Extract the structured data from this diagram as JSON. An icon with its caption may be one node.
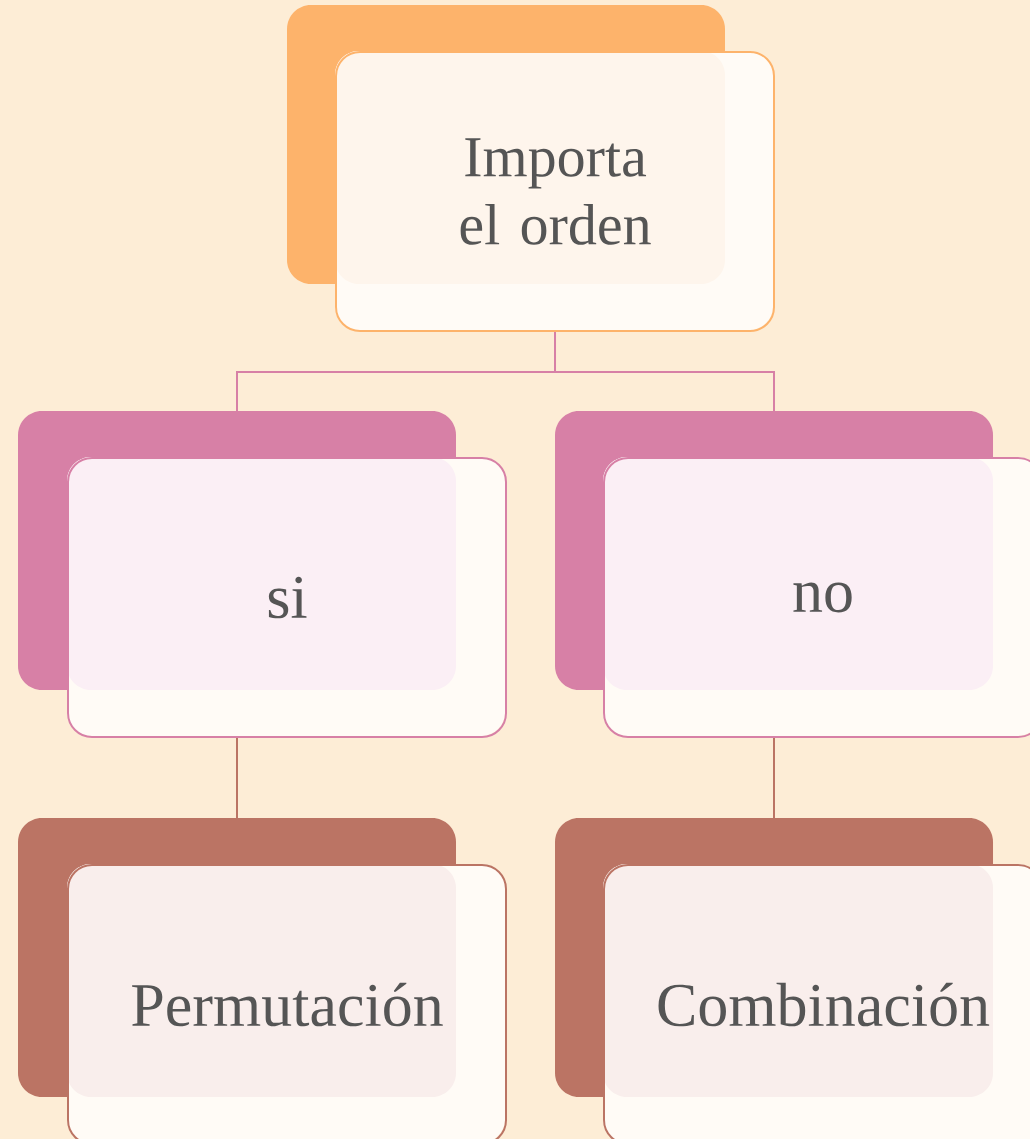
{
  "diagram": {
    "nodes": [
      {
        "text": [
          "Importa el orden"
        ]
      },
      {
        "text": [
          "si"
        ]
      },
      {
        "text": [
          "no"
        ]
      },
      {
        "text": [
          "Permutación"
        ]
      },
      {
        "text": [
          "Combinación"
        ]
      }
    ],
    "edges": [
      {
        "from": 0,
        "to": 1,
        "arrow": "none",
        "color": "#d780a6"
      },
      {
        "from": 0,
        "to": 2,
        "arrow": "none",
        "color": "#d780a6"
      },
      {
        "from": 1,
        "to": 3,
        "arrow": "none",
        "color": "#bb7464"
      },
      {
        "from": 2,
        "to": 4,
        "arrow": "none",
        "color": "#bb7464"
      }
    ]
  }
}
